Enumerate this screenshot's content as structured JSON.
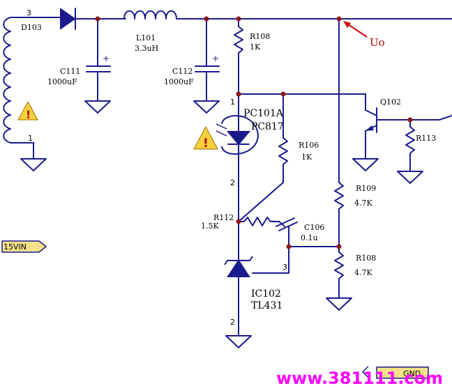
{
  "colors": {
    "wire": "#1a1a8c",
    "junction": "#8b1a1a",
    "arrow": "#cc0000",
    "watermark": "#ff00ff",
    "warning": "#f5d13b",
    "tag_fill": "#f5e18a"
  },
  "labels": {
    "pin_top_left": "3",
    "d103": "D103",
    "l101": "L101",
    "l101_val": "3.3uH",
    "c111": "C111",
    "c111_val": "1000uF",
    "c112": "C112",
    "c112_val": "1000uF",
    "r108_top": "R108",
    "r108_top_val": "1K",
    "uo": "Uo",
    "q102": "Q102",
    "r113": "R113",
    "pc_pin1": "1",
    "pc101a": "PC101A",
    "pc817": "PC817",
    "r106": "R106",
    "r106_val": "1K",
    "pc_pin2": "2",
    "r109": "R109",
    "r109_val": "4.7K",
    "r112": "R112",
    "r112_val": "1.5K",
    "c106": "C106",
    "c106_val": "0.1u",
    "r108_bot": "R108",
    "r108_bot_val": "4.7K",
    "ic_pin3": "3",
    "ic102": "IC102",
    "tl431": "TL431",
    "ic_pin2": "2",
    "xfmr_pin1": "1",
    "vin_tag": "15VIN",
    "gnd_tag": "GND",
    "watermark": "www.381111.com"
  }
}
